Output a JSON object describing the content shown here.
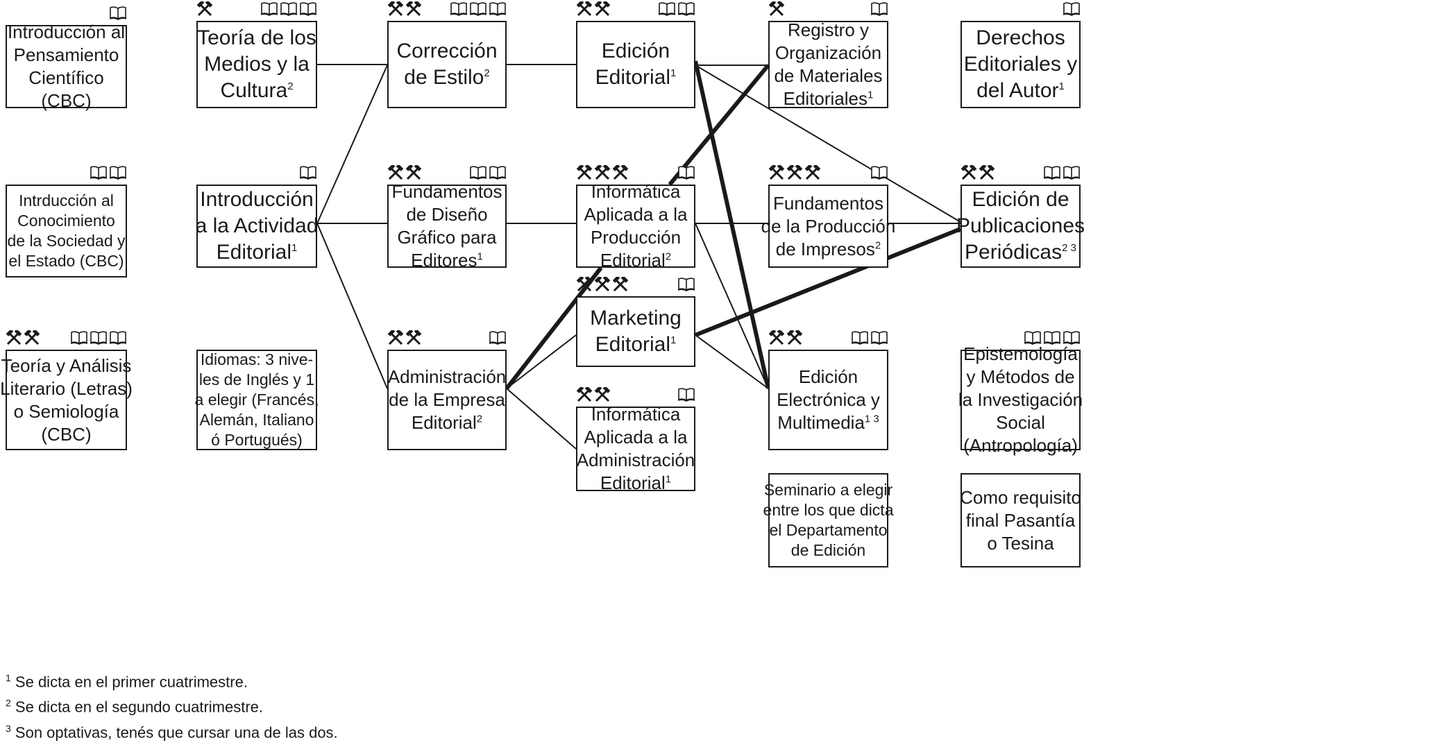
{
  "nodes": [
    {
      "id": "intro-pensamiento",
      "lines": [
        [
          "Introducción al"
        ],
        [
          "Pensamiento"
        ],
        [
          "Científico"
        ],
        [
          "(CBC)"
        ]
      ],
      "tools": 0,
      "books": 1
    },
    {
      "id": "teoria-medios",
      "lines": [
        [
          "Teoría de los"
        ],
        [
          "Medios y la"
        ],
        [
          "Cultura",
          "2"
        ]
      ],
      "tools": 1,
      "books": 3
    },
    {
      "id": "correccion-estilo",
      "lines": [
        [
          "Corrección"
        ],
        [
          "de Estilo",
          "2"
        ]
      ],
      "tools": 2,
      "books": 3
    },
    {
      "id": "edicion-editorial",
      "lines": [
        [
          "Edición"
        ],
        [
          "Editorial",
          "1"
        ]
      ],
      "tools": 2,
      "books": 2
    },
    {
      "id": "registro-materiales",
      "lines": [
        [
          "Registro y"
        ],
        [
          "Organización"
        ],
        [
          "de Materiales"
        ],
        [
          "Editoriales",
          "1"
        ]
      ],
      "tools": 1,
      "books": 1
    },
    {
      "id": "derechos-editoriales",
      "lines": [
        [
          "Derechos"
        ],
        [
          "Editoriales y"
        ],
        [
          "del Autor",
          "1"
        ]
      ],
      "tools": 0,
      "books": 1
    },
    {
      "id": "intro-conocimiento",
      "lines": [
        [
          "Intrducción al"
        ],
        [
          "Conocimiento"
        ],
        [
          "de la Sociedad y"
        ],
        [
          "el Estado (CBC)"
        ]
      ],
      "tools": 0,
      "books": 2
    },
    {
      "id": "intro-actividad",
      "lines": [
        [
          "Introducción"
        ],
        [
          "a la Actividad"
        ],
        [
          "Editorial",
          "1"
        ]
      ],
      "tools": 0,
      "books": 1
    },
    {
      "id": "fundamentos-diseno",
      "lines": [
        [
          "Fundamentos"
        ],
        [
          "de Diseño"
        ],
        [
          "Gráfico para"
        ],
        [
          "Editores",
          "1"
        ]
      ],
      "tools": 2,
      "books": 2
    },
    {
      "id": "informatica-produccion",
      "lines": [
        [
          "Informática"
        ],
        [
          "Aplicada a la"
        ],
        [
          "Producción"
        ],
        [
          "Editorial",
          "2"
        ]
      ],
      "tools": 3,
      "books": 1
    },
    {
      "id": "fundamentos-produccion",
      "lines": [
        [
          "Fundamentos"
        ],
        [
          "de la Producción"
        ],
        [
          "de Impresos",
          "2"
        ]
      ],
      "tools": 3,
      "books": 1
    },
    {
      "id": "edicion-publicaciones",
      "lines": [
        [
          "Edición de"
        ],
        [
          "Publicaciones"
        ],
        [
          "Periódicas",
          "2 3"
        ]
      ],
      "tools": 2,
      "books": 2
    },
    {
      "id": "teoria-analisis",
      "lines": [
        [
          "Teoría y Análisis"
        ],
        [
          "Literario (Letras)"
        ],
        [
          "o Semiología"
        ],
        [
          "(CBC)"
        ]
      ],
      "tools": 2,
      "books": 3
    },
    {
      "id": "idiomas",
      "lines": [
        [
          "Idiomas: 3 nive-"
        ],
        [
          "les de Inglés y 1"
        ],
        [
          "a elegir (Francés,"
        ],
        [
          "Alemán, Italiano"
        ],
        [
          "ó Portugués)"
        ]
      ],
      "tools": 0,
      "books": 0
    },
    {
      "id": "administracion-empresa",
      "lines": [
        [
          "Administración"
        ],
        [
          "de la Empresa"
        ],
        [
          "Editorial",
          "2"
        ]
      ],
      "tools": 2,
      "books": 1
    },
    {
      "id": "marketing-editorial",
      "lines": [
        [
          "Marketing"
        ],
        [
          "Editorial",
          "1"
        ]
      ],
      "tools": 3,
      "books": 1
    },
    {
      "id": "edicion-electronica",
      "lines": [
        [
          "Edición"
        ],
        [
          "Electrónica y"
        ],
        [
          "Multimedia",
          "1 3"
        ]
      ],
      "tools": 2,
      "books": 2
    },
    {
      "id": "epistemologia",
      "lines": [
        [
          "Epistemología"
        ],
        [
          "y Métodos de"
        ],
        [
          "la Investigación"
        ],
        [
          "Social"
        ],
        [
          "(Antropología)"
        ]
      ],
      "tools": 0,
      "books": 3
    },
    {
      "id": "informatica-administracion",
      "lines": [
        [
          "Informática"
        ],
        [
          "Aplicada a la"
        ],
        [
          "Administración"
        ],
        [
          "Editorial",
          "1"
        ]
      ],
      "tools": 2,
      "books": 1
    },
    {
      "id": "seminario",
      "lines": [
        [
          "Seminario a elegir"
        ],
        [
          "entre los que dicta"
        ],
        [
          "el Departamento"
        ],
        [
          "de Edición"
        ]
      ],
      "tools": 0,
      "books": 0
    },
    {
      "id": "requisito-final",
      "lines": [
        [
          "Como requisito"
        ],
        [
          "final Pasantía"
        ],
        [
          "o Tesina"
        ]
      ],
      "tools": 0,
      "books": 0
    }
  ],
  "edges": [
    {
      "from": "teoria-medios",
      "to": "correccion-estilo",
      "weight": "thin"
    },
    {
      "from": "correccion-estilo",
      "to": "edicion-editorial",
      "weight": "thin"
    },
    {
      "from": "intro-actividad",
      "to": "correccion-estilo",
      "weight": "thin"
    },
    {
      "from": "intro-actividad",
      "to": "fundamentos-diseno",
      "weight": "thin"
    },
    {
      "from": "intro-actividad",
      "to": "administracion-empresa",
      "weight": "thin"
    },
    {
      "from": "fundamentos-diseno",
      "to": "informatica-produccion",
      "weight": "thin"
    },
    {
      "from": "edicion-editorial",
      "to": "registro-materiales",
      "weight": "thin"
    },
    {
      "from": "edicion-editorial",
      "to": "edicion-publicaciones",
      "weight": "thin"
    },
    {
      "from": "edicion-editorial",
      "to": "edicion-electronica",
      "weight": "thick"
    },
    {
      "from": "informatica-produccion",
      "to": "registro-materiales",
      "weight": "thick"
    },
    {
      "from": "informatica-produccion",
      "to": "fundamentos-produccion",
      "weight": "thin"
    },
    {
      "from": "informatica-produccion",
      "to": "edicion-electronica",
      "weight": "thin"
    },
    {
      "from": "fundamentos-produccion",
      "to": "edicion-publicaciones",
      "weight": "thin"
    },
    {
      "from": "administracion-empresa",
      "to": "informatica-produccion",
      "weight": "thick"
    },
    {
      "from": "administracion-empresa",
      "to": "marketing-editorial",
      "weight": "thin"
    },
    {
      "from": "administracion-empresa",
      "to": "informatica-administracion",
      "weight": "thin"
    },
    {
      "from": "marketing-editorial",
      "to": "edicion-publicaciones",
      "weight": "thick"
    },
    {
      "from": "marketing-editorial",
      "to": "edicion-electronica",
      "weight": "thin"
    }
  ],
  "notes": [
    {
      "mark": "1",
      "text": "Se dicta en el primer cuatrimestre."
    },
    {
      "mark": "2",
      "text": "Se dicta en el segundo cuatrimestre."
    },
    {
      "mark": "3",
      "text": "Son optativas, tenés que cursar una de las dos."
    }
  ],
  "icons": {
    "tool": "crossed-hammers-icon",
    "book": "open-book-icon"
  },
  "colors": {
    "ink": "#1a1a1a",
    "background": "#ffffff"
  }
}
